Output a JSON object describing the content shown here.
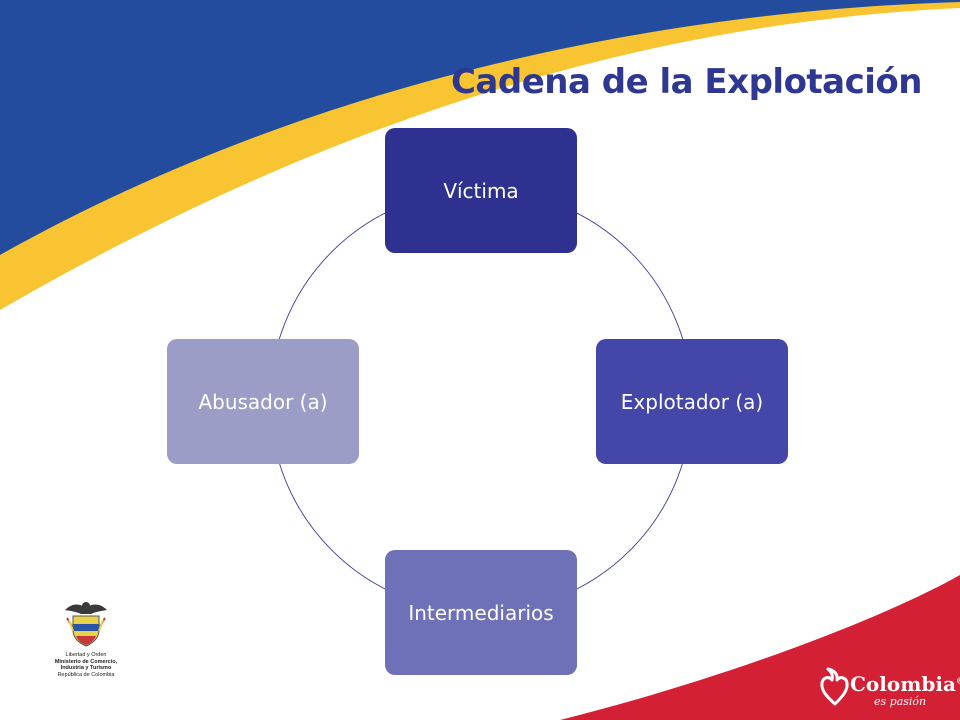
{
  "slide": {
    "title": "Cadena de la Explotación"
  },
  "diagram": {
    "nodes": [
      {
        "label": "Víctima",
        "color": "#2e3190"
      },
      {
        "label": "Explotador (a)",
        "color": "#4447a8"
      },
      {
        "label": "Intermediarios",
        "color": "#6e71b8"
      },
      {
        "label": "Abusador (a)",
        "color": "#9c9dc6"
      }
    ],
    "connector_color": "#3b3f8f"
  },
  "theme": {
    "blue": "#244c9e",
    "yellow": "#f8c432",
    "red": "#d42034",
    "title_color": "#2e3791"
  },
  "footer": {
    "seal": {
      "icon": "coat-of-arms-icon",
      "motto": "Libertad y Orden",
      "ministry_line1": "Ministerio de Comercio,",
      "ministry_line2": "Industria y Turismo",
      "country": "República de Colombia"
    },
    "brand": {
      "icon": "heart-logo-icon",
      "name": "Colombia",
      "mark": "®",
      "tagline": "es pasión"
    }
  }
}
